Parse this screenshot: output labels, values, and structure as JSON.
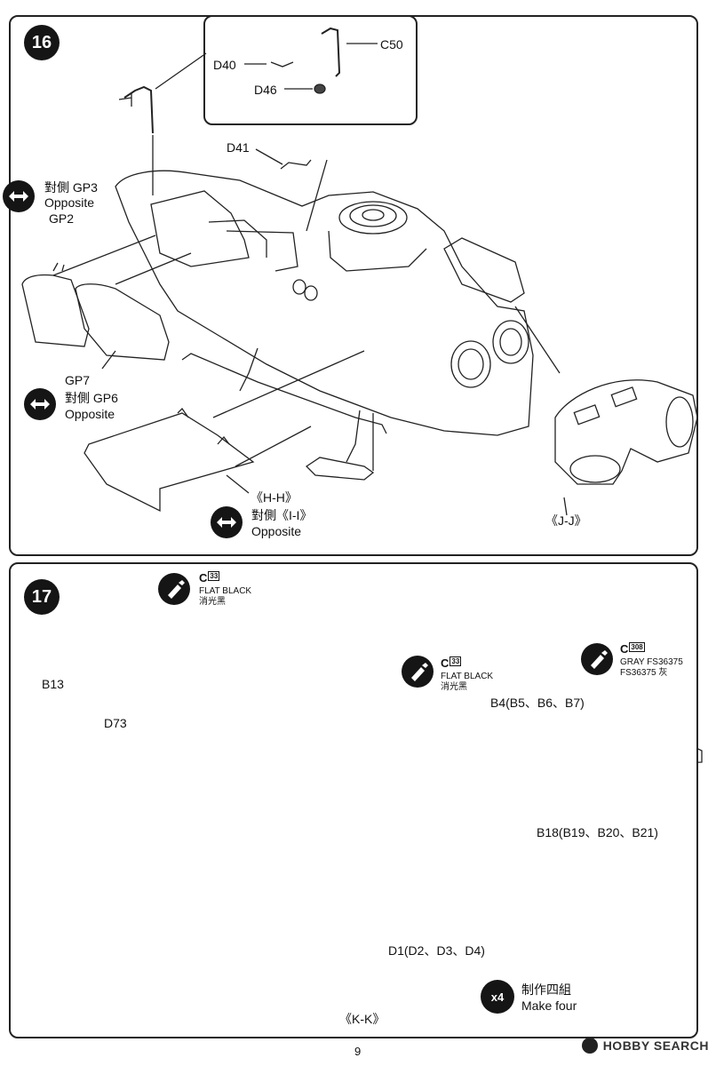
{
  "page_number": "9",
  "step16": {
    "number": "16",
    "labels": {
      "c50": "C50",
      "d40": "D40",
      "d46": "D46",
      "d41": "D41",
      "gp3_line1": "對側 GP3",
      "gp3_line2": "Opposite",
      "gp2": "GP2",
      "gp7": "GP7",
      "gp6_line1": "對側 GP6",
      "gp6_line2": "Opposite",
      "hh": "《H-H》",
      "ii_line1": "對側《I-I》",
      "ii_line2": "Opposite",
      "jj": "《J-J》"
    }
  },
  "step17": {
    "number": "17",
    "paint1": {
      "code": "C",
      "num": "33",
      "name": "FLAT BLACK",
      "name_cn": "消光黑"
    },
    "paint2": {
      "code": "C",
      "num": "33",
      "name": "FLAT BLACK",
      "name_cn": "消光黑"
    },
    "paint3": {
      "code": "C",
      "num": "308",
      "name": "GRAY FS36375",
      "name_cn": "FS36375 灰"
    },
    "labels": {
      "b13": "B13",
      "d73": "D73",
      "b4": "B4(B5、B6、B7)",
      "b18": "B18(B19、B20、B21)",
      "d1": "D1(D2、D3、D4)",
      "x4": "x4",
      "make_cn": "制作四組",
      "make_en": "Make four",
      "kk": "《K-K》"
    }
  },
  "watermark": "HOBBY SEARCH",
  "icons": {
    "arrow": "double-arrow-icon",
    "paint": "paint-brush-icon",
    "direction": "direction-arrow-icon",
    "logo": "hobby-search-logo-icon"
  }
}
